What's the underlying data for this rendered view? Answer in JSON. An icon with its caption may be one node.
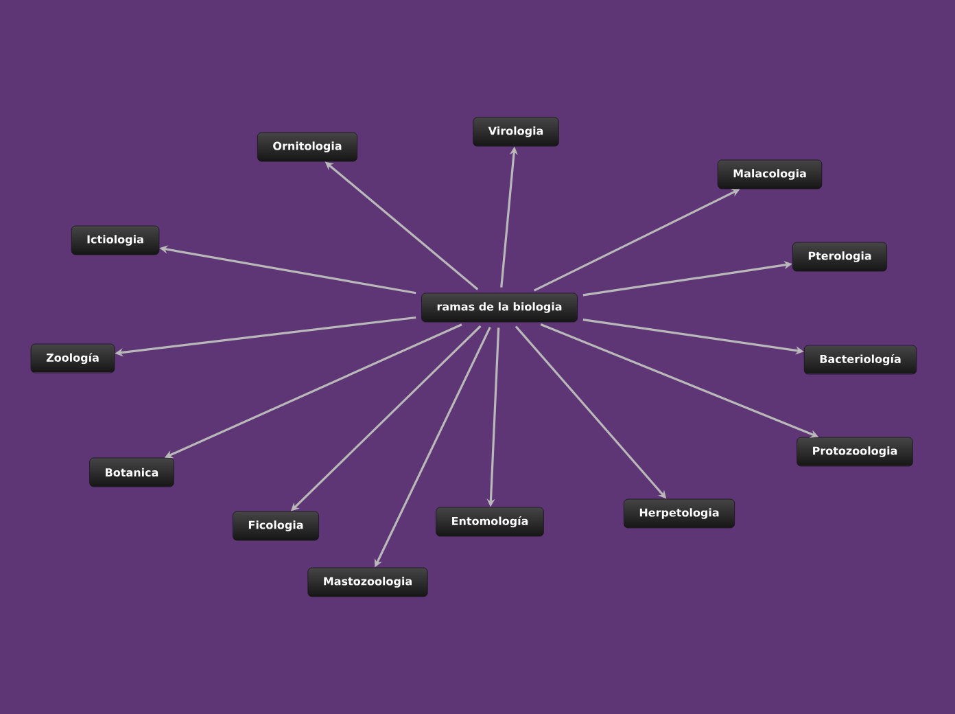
{
  "diagram": {
    "nodes": [
      {
        "text": [
          "ramas de la biologia"
        ]
      },
      {
        "text": [
          "Ornitologia"
        ]
      },
      {
        "text": [
          "Virologia"
        ]
      },
      {
        "text": [
          "Malacologia"
        ]
      },
      {
        "text": [
          "Ictiologia"
        ]
      },
      {
        "text": [
          "Pterologia"
        ]
      },
      {
        "text": [
          "Zoología"
        ]
      },
      {
        "text": [
          "Bacteriología"
        ]
      },
      {
        "text": [
          "Protozoologia"
        ]
      },
      {
        "text": [
          "Botanica"
        ]
      },
      {
        "text": [
          "Ficologia"
        ]
      },
      {
        "text": [
          "Entomología"
        ]
      },
      {
        "text": [
          "Herpetologia"
        ]
      },
      {
        "text": [
          "Mastozoologia"
        ]
      }
    ],
    "edges": [
      {
        "from": 0,
        "to": 1,
        "arrow": "to"
      },
      {
        "from": 0,
        "to": 2,
        "arrow": "to"
      },
      {
        "from": 0,
        "to": 3,
        "arrow": "to"
      },
      {
        "from": 0,
        "to": 4,
        "arrow": "to"
      },
      {
        "from": 0,
        "to": 5,
        "arrow": "to"
      },
      {
        "from": 0,
        "to": 6,
        "arrow": "to"
      },
      {
        "from": 0,
        "to": 7,
        "arrow": "to"
      },
      {
        "from": 0,
        "to": 8,
        "arrow": "to"
      },
      {
        "from": 0,
        "to": 9,
        "arrow": "to"
      },
      {
        "from": 0,
        "to": 10,
        "arrow": "to"
      },
      {
        "from": 0,
        "to": 11,
        "arrow": "to"
      },
      {
        "from": 0,
        "to": 12,
        "arrow": "to"
      },
      {
        "from": 0,
        "to": 13,
        "arrow": "to"
      }
    ]
  }
}
